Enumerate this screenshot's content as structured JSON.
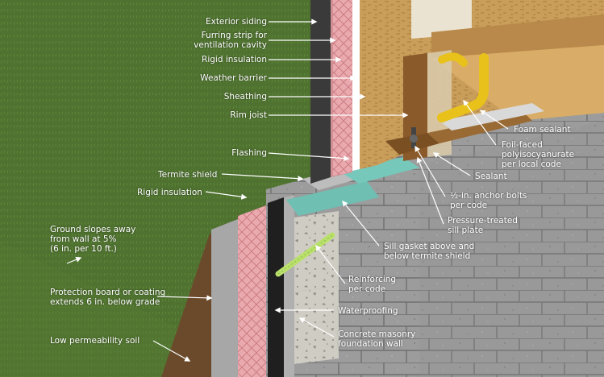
{
  "colors": {
    "grass": "#4f7230",
    "soil": "#6b4a2c",
    "pink_insulation": "#e7a7ab",
    "masonry": "#9a9a9a",
    "concrete": "#c9c6bd",
    "sill_gasket": "#6fbfb3",
    "lumber": "#8a5a2a",
    "sheathing": "#c79a55",
    "foam_sealant": "#e8c21a",
    "reinforcing_bar": "#b9e06a",
    "label_text": "#ffffff"
  },
  "labels": {
    "exterior_siding": "Exterior siding",
    "furring_strip": "Furring strip for\nventilation cavity",
    "rigid_insulation_upper": "Rigid insulation",
    "weather_barrier": "Weather barrier",
    "sheathing": "Sheathing",
    "rim_joist": "Rim joist",
    "flashing": "Flashing",
    "termite_shield": "Termite shield",
    "rigid_insulation_lower": "Rigid insulation",
    "ground_slopes": "Ground slopes away\nfrom wall at 5%\n(6 in. per 10 ft.)",
    "protection_board": "Protection board or coating\nextends 6 in. below grade",
    "low_permeability_soil": "Low permeability soil",
    "foam_sealant": "Foam sealant",
    "foil_faced": "Foil-faced\npolyisocyanurate\nper local code",
    "sealant": "Sealant",
    "anchor_bolts": "½-in. anchor bolts\nper code",
    "sill_plate": "Pressure-treated\nsill plate",
    "sill_gasket": "Sill gasket above and\nbelow termite shield",
    "reinforcing": "Reinforcing\nper code",
    "waterproofing": "Waterproofing",
    "foundation_wall": "Concrete masonry\nfoundation wall"
  }
}
